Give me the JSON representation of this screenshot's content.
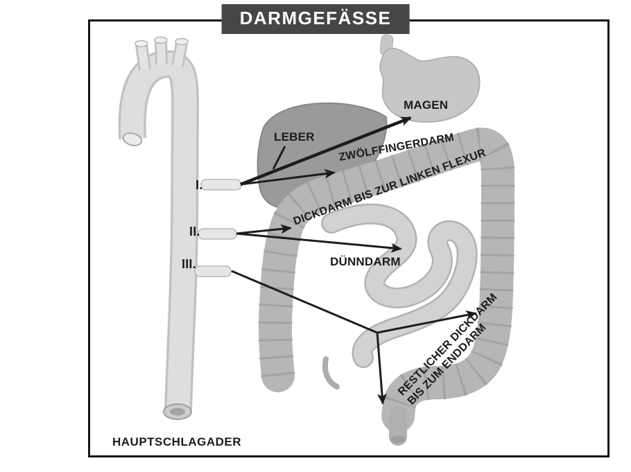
{
  "title": "DARMGEFÄSSE",
  "labels": {
    "magen": "MAGEN",
    "leber": "LEBER",
    "zwoelffingerdarm": "ZWÖLFFINGERDARM",
    "dickdarm_bis_zur_linken_flexur": "DICKDARM BIS ZUR LINKEN FLEXUR",
    "duenndarm": "DÜNNDARM",
    "restlicher_dickdarm_line1": "RESTLICHER DICKDARM",
    "restlicher_dickdarm_line2": "BIS ZUM ENDDARM",
    "hauptschlagader": "HAUPTSCHLAGADER",
    "branch_i": "I.",
    "branch_ii": "II.",
    "branch_iii": "III."
  },
  "colors": {
    "banner_bg": "#464646",
    "banner_text": "#ffffff",
    "ink": "#1b1b1b",
    "aorta": "#dedede",
    "liver": "#9a9a9a",
    "stomach": "#c7c7c7",
    "colon": "#b6b6b6",
    "small_intestine": "#d2d2d2"
  }
}
